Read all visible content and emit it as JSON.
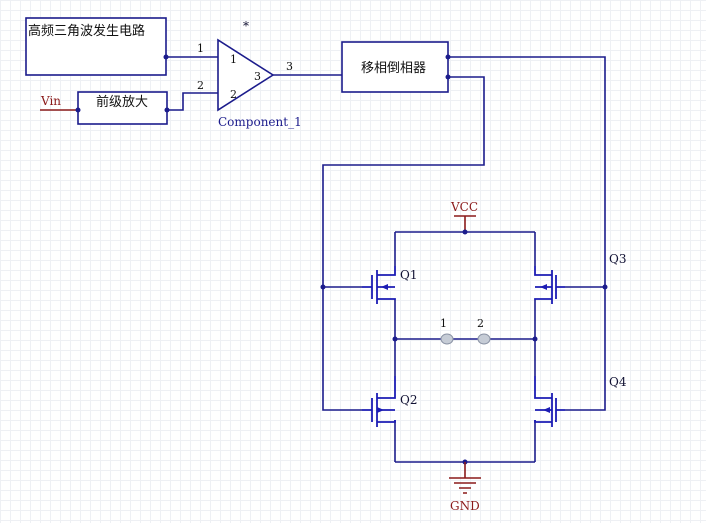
{
  "blocks": {
    "triangle_generator": "高频三角波发生电路",
    "preamp": "前级放大",
    "phase_inverter": "移相倒相器"
  },
  "comparator": {
    "designator": "*",
    "name": "Component_1",
    "pin_in1": "1",
    "pin_in2": "2",
    "pin_out": "3"
  },
  "nets": {
    "vin": "Vin",
    "vcc": "VCC",
    "gnd": "GND",
    "wire_1": "1",
    "wire_2": "2",
    "wire_3": "3"
  },
  "transistors": {
    "q1": "Q1",
    "q2": "Q2",
    "q3": "Q3",
    "q4": "Q4"
  },
  "outputs": {
    "out1": "1",
    "out2": "2"
  },
  "colors": {
    "wire": "#1c1c8c",
    "fet": "#1c1cb4",
    "power": "#8b1a1a",
    "grid": "#eef0f4"
  }
}
